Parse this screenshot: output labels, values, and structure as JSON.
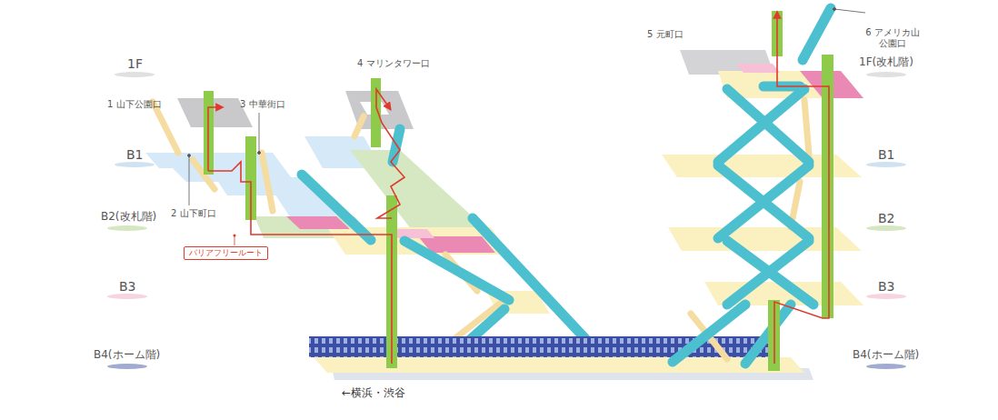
{
  "diagram": {
    "nodes": [
      {
        "text": [
          "バリアフリールート"
        ]
      }
    ],
    "labels": [
      "6 アメリカ山 公園口",
      "5 元町口",
      "4 マリンタワー口",
      "1F",
      "1F(改札階)",
      "1 山下公園口",
      "3 中華街口",
      "B1",
      "B1",
      "2 山下町口",
      "B2(改札階)",
      "B2",
      "B3",
      "B3",
      "B4(ホーム階)",
      "B4(ホーム階)",
      "←横浜・渋谷"
    ]
  }
}
